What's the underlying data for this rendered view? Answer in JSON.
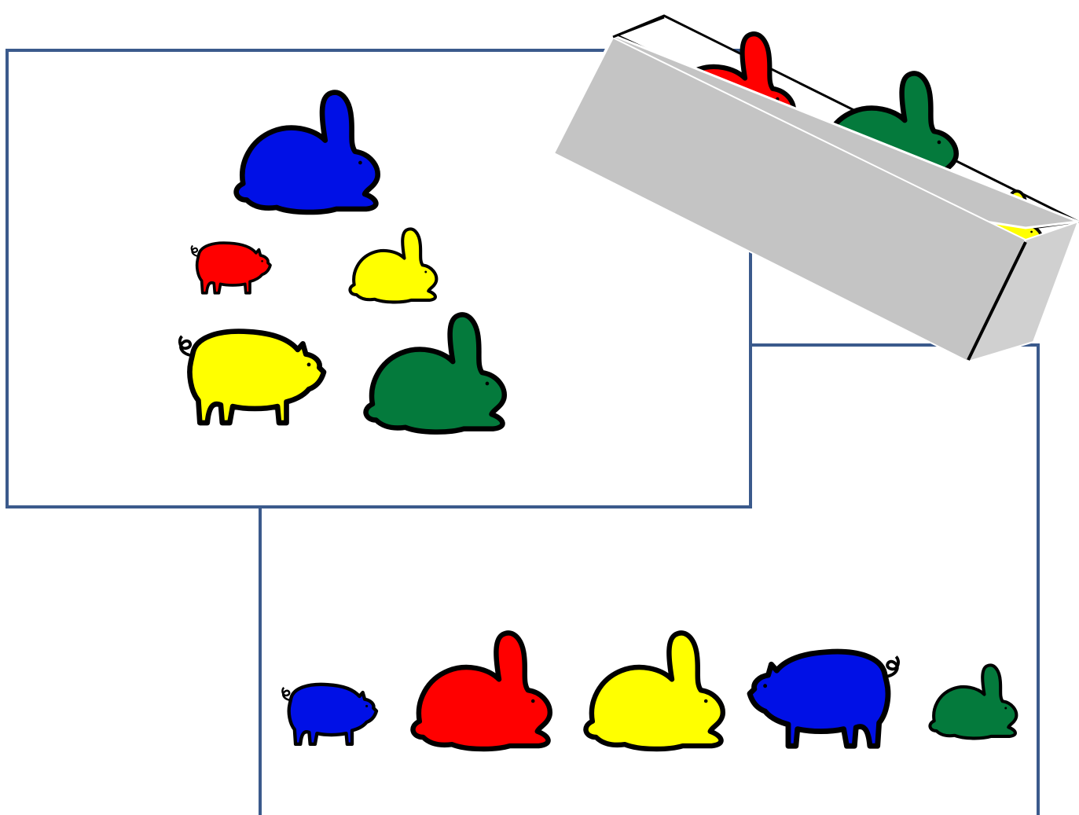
{
  "colors": {
    "blue": "#0010e6",
    "red": "#ff0000",
    "yellow": "#ffff00",
    "green": "#047a3c",
    "outline": "#000000",
    "panel_border": "#3b5a8c",
    "box": "#c4c4c4"
  },
  "top_panel": {
    "figures": [
      {
        "animal": "rabbit",
        "color": "blue"
      },
      {
        "animal": "pig",
        "color": "red"
      },
      {
        "animal": "rabbit",
        "color": "yellow"
      },
      {
        "animal": "pig",
        "color": "yellow"
      },
      {
        "animal": "rabbit",
        "color": "green"
      }
    ]
  },
  "box": {
    "contents": [
      {
        "animal": "rabbit",
        "color": "red"
      },
      {
        "animal": "rabbit",
        "color": "green"
      },
      {
        "animal": "rabbit",
        "color": "yellow"
      }
    ]
  },
  "bottom_panel": {
    "figures": [
      {
        "animal": "pig",
        "color": "blue"
      },
      {
        "animal": "rabbit",
        "color": "red"
      },
      {
        "animal": "rabbit",
        "color": "yellow"
      },
      {
        "animal": "pig",
        "color": "blue"
      },
      {
        "animal": "rabbit",
        "color": "green"
      }
    ]
  }
}
